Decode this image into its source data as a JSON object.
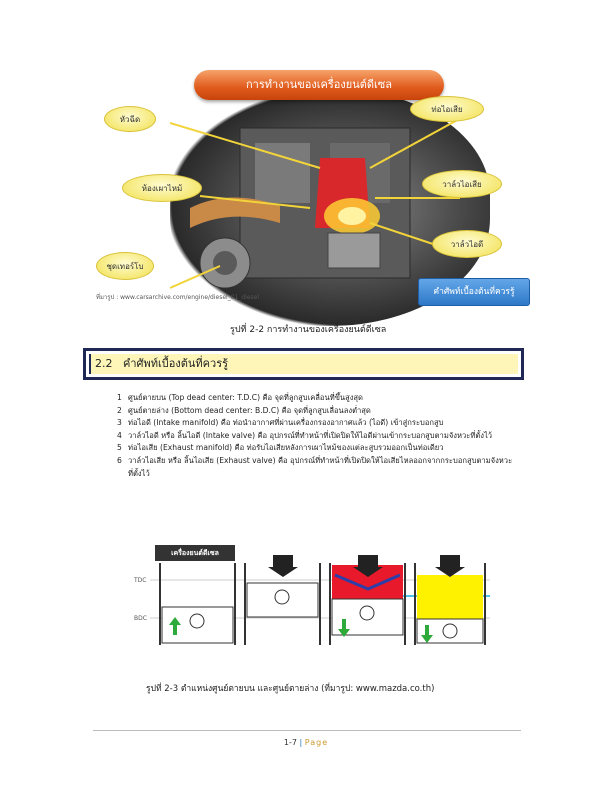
{
  "figure1": {
    "banner": "การทำงานของเครื่องยนต์ดีเซล",
    "labels": {
      "injector": "หัวฉีด",
      "chamber": "ห้องเผาไหม้",
      "turbo": "ชุดเทอร์โบ",
      "exhaust_pipe": "ท่อไอเสีย",
      "exhaust_valve": "วาล์วไอเสีย",
      "intake_valve": "วาล์วไอดี"
    },
    "link_tag": "คำศัพท์เบื้องต้นที่ควรรู้",
    "source": "ที่มารูป : www.carsarchive.com/engine/diesel_01_diesel",
    "caption": "รูปที่ 2-2 การทำงานของเครื่องยนต์ดีเซล"
  },
  "section": {
    "number": "2.2",
    "title": "คำศัพท์เบื้องต้นที่ควรรู้"
  },
  "terms": [
    {
      "num": "1",
      "text": "ศูนย์ตายบน (Top dead center: T.D.C) คือ จุดที่ลูกสูบเคลื่อนที่ขึ้นสูงสุด"
    },
    {
      "num": "2",
      "text": "ศูนย์ตายล่าง (Bottom dead center: B.D.C) คือ จุดที่ลูกสูบเลื่อนลงต่ำสุด"
    },
    {
      "num": "3",
      "text": "ท่อไอดี (Intake manifold) คือ ท่อนำอากาศที่ผ่านเครื่องกรองอากาศแล้ว (ไอดี) เข้าสู่กระบอกสูบ"
    },
    {
      "num": "4",
      "text": "วาล์วไอดี หรือ ลิ้นไอดี (Intake valve) คือ อุปกรณ์ที่ทำหน้าที่เปิดปิดให้ไอดีผ่านเข้ากระบอกสูบตามจังหวะที่ตั้งไว้"
    },
    {
      "num": "5",
      "text": "ท่อไอเสีย (Exhaust manifold) คือ ท่อรับไอเสียหลังการเผาไหม้ของแต่ละสูบรวมออกเป็นท่อเดียว"
    },
    {
      "num": "6",
      "text": "วาล์วไอเสีย หรือ ลิ้นไอเสีย (Exhaust valve) คือ อุปกรณ์ที่ทำหน้าที่เปิดปิดให้ไอเสียไหลออกจากกระบอกสูบตามจังหวะที่ตั้งไว้"
    }
  ],
  "figure2": {
    "head_label": "เครื่องยนต์ดีเซล",
    "tdc": "TDC",
    "bdc": "BDC",
    "caption": "รูปที่ 2-3 ตำแหน่งศูนย์ตายบน และศูนย์ตายล่าง (ที่มารูป: www.mazda.co.th)"
  },
  "footer": {
    "page": "1-7",
    "sep": "|",
    "label": "Page"
  },
  "colors": {
    "banner": "#e05a1c",
    "bubble": "#f5e873",
    "section_border": "#1e2a55",
    "section_fill": "#fdf6b8",
    "red_cylinder": "#e8192a",
    "yellow_cylinder": "#fff200",
    "tdc_line": "#4fc3e8"
  }
}
